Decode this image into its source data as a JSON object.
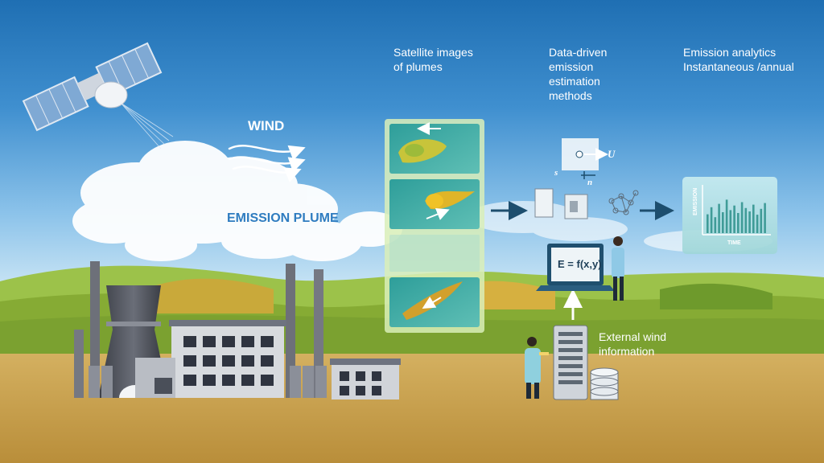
{
  "labels": {
    "wind": "WIND",
    "emission_plume": "EMISSION PLUME",
    "satellite_images": [
      "Satellite images",
      "of plumes"
    ],
    "data_driven": [
      "Data-driven",
      "emission",
      "estimation",
      "methods"
    ],
    "emission_analytics": [
      "Emission analytics",
      "Instantaneous /annual"
    ],
    "external_wind": [
      "External wind",
      "information"
    ],
    "equation": "E = f(x,y)",
    "chart_y_axis": "EMISSION",
    "chart_x_axis": "TIME",
    "vector_s": "s",
    "vector_n": "n",
    "vector_u": "U"
  },
  "colors": {
    "sky_top": "#1f6fb3",
    "sky_mid": "#6aaee0",
    "hills": "#8bb23a",
    "ground": "#c9a44c",
    "accent_label": "#2f7cc0",
    "panel": "#7ec6c0",
    "arrow": "#1d4e6e"
  },
  "chart_data": {
    "type": "bar",
    "title": "",
    "xlabel": "TIME",
    "ylabel": "EMISSION",
    "values": [
      0.45,
      0.62,
      0.38,
      0.7,
      0.5,
      0.8,
      0.55,
      0.66,
      0.48,
      0.74,
      0.6,
      0.52,
      0.68,
      0.44,
      0.58,
      0.72
    ],
    "ylim": [
      0,
      1
    ]
  }
}
